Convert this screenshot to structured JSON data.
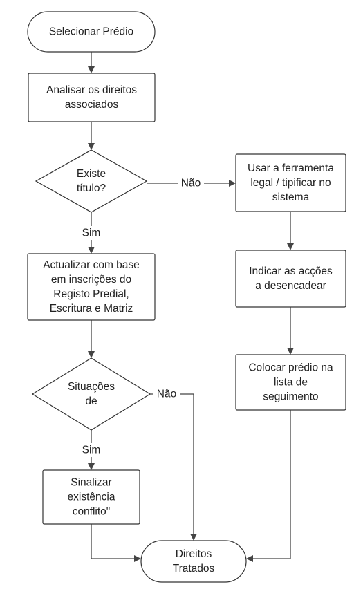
{
  "nodes": {
    "selecionar": {
      "lines": [
        "Selecionar Prédio"
      ]
    },
    "analisar": {
      "lines": [
        "Analisar os direitos",
        "associados"
      ]
    },
    "existe": {
      "lines": [
        "Existe",
        "título?"
      ]
    },
    "usar": {
      "lines": [
        "Usar a ferramenta",
        "legal / tipificar no",
        "sistema"
      ]
    },
    "actualizar": {
      "lines": [
        "Actualizar com base",
        "em inscrições do",
        "Registo Predial,",
        "Escritura e Matriz"
      ]
    },
    "indicar": {
      "lines": [
        "Indicar as acções",
        "a desencadear"
      ]
    },
    "situacoes": {
      "lines": [
        "Situações",
        "de"
      ]
    },
    "colocar": {
      "lines": [
        "Colocar prédio na",
        "lista de",
        "seguimento"
      ]
    },
    "sinalizar": {
      "lines": [
        "Sinalizar",
        "existência",
        "conflito\""
      ]
    },
    "direitos": {
      "lines": [
        "Direitos",
        "Tratados"
      ]
    }
  },
  "edges": {
    "existe_nao": "Não",
    "existe_sim": "Sim",
    "situacoes_nao": "Não",
    "situacoes_sim": "Sim"
  }
}
